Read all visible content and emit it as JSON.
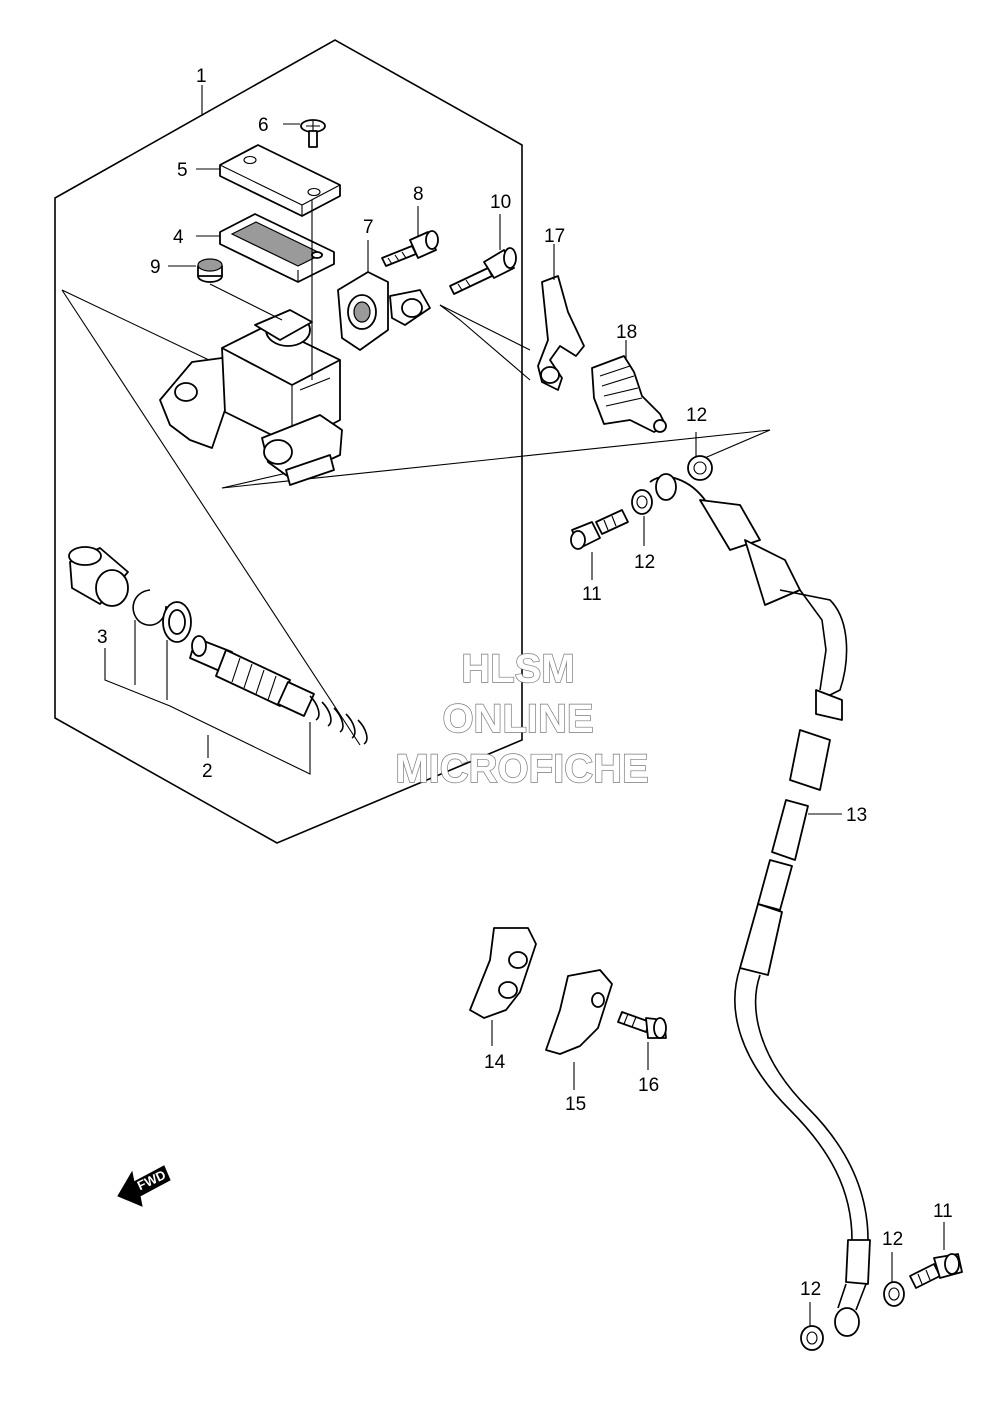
{
  "callouts": {
    "c1": "1",
    "c2": "2",
    "c3": "3",
    "c4": "4",
    "c5": "5",
    "c6": "6",
    "c7": "7",
    "c8": "8",
    "c9": "9",
    "c10": "10",
    "c11a": "11",
    "c11b": "11",
    "c12a": "12",
    "c12b": "12",
    "c12c": "12",
    "c12d": "12",
    "c13": "13",
    "c14": "14",
    "c15": "15",
    "c16": "16",
    "c17": "17",
    "c18": "18"
  },
  "watermark": {
    "line1": "HLSM",
    "line2": "ONLINE",
    "line3": "MICROFICHE"
  },
  "fwd_arrow": {
    "label": "FWD"
  },
  "colors": {
    "line": "#000000",
    "background": "#ffffff",
    "watermark_outline": "#7a7a7a"
  }
}
